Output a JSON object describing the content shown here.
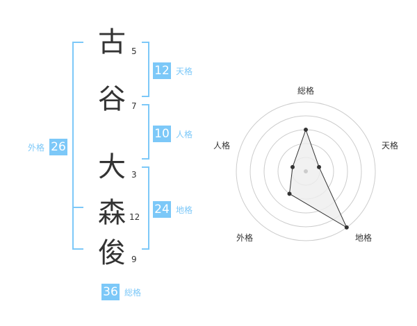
{
  "colors": {
    "accent": "#7cc8f8",
    "text": "#333333",
    "grid": "#cccccc",
    "poly_fill": "#eeeeee",
    "poly_stroke": "#333333"
  },
  "name": {
    "chars": [
      {
        "char": "古",
        "strokes": "5"
      },
      {
        "char": "谷",
        "strokes": "7"
      },
      {
        "char": "大",
        "strokes": "3"
      },
      {
        "char": "森",
        "strokes": "12"
      },
      {
        "char": "俊",
        "strokes": "9"
      }
    ]
  },
  "grades": {
    "tenkaku": {
      "value": "12",
      "label": "天格"
    },
    "jinkaku": {
      "value": "10",
      "label": "人格"
    },
    "chikaku": {
      "value": "24",
      "label": "地格"
    },
    "gaikaku": {
      "value": "26",
      "label": "外格"
    },
    "soukaku": {
      "value": "36",
      "label": "総格"
    }
  },
  "chart_data": {
    "type": "radar",
    "axes": [
      "総格",
      "天格",
      "地格",
      "外格",
      "人格"
    ],
    "values": [
      3,
      1,
      5,
      2,
      1
    ],
    "range": [
      0,
      5
    ],
    "rings": 5
  }
}
